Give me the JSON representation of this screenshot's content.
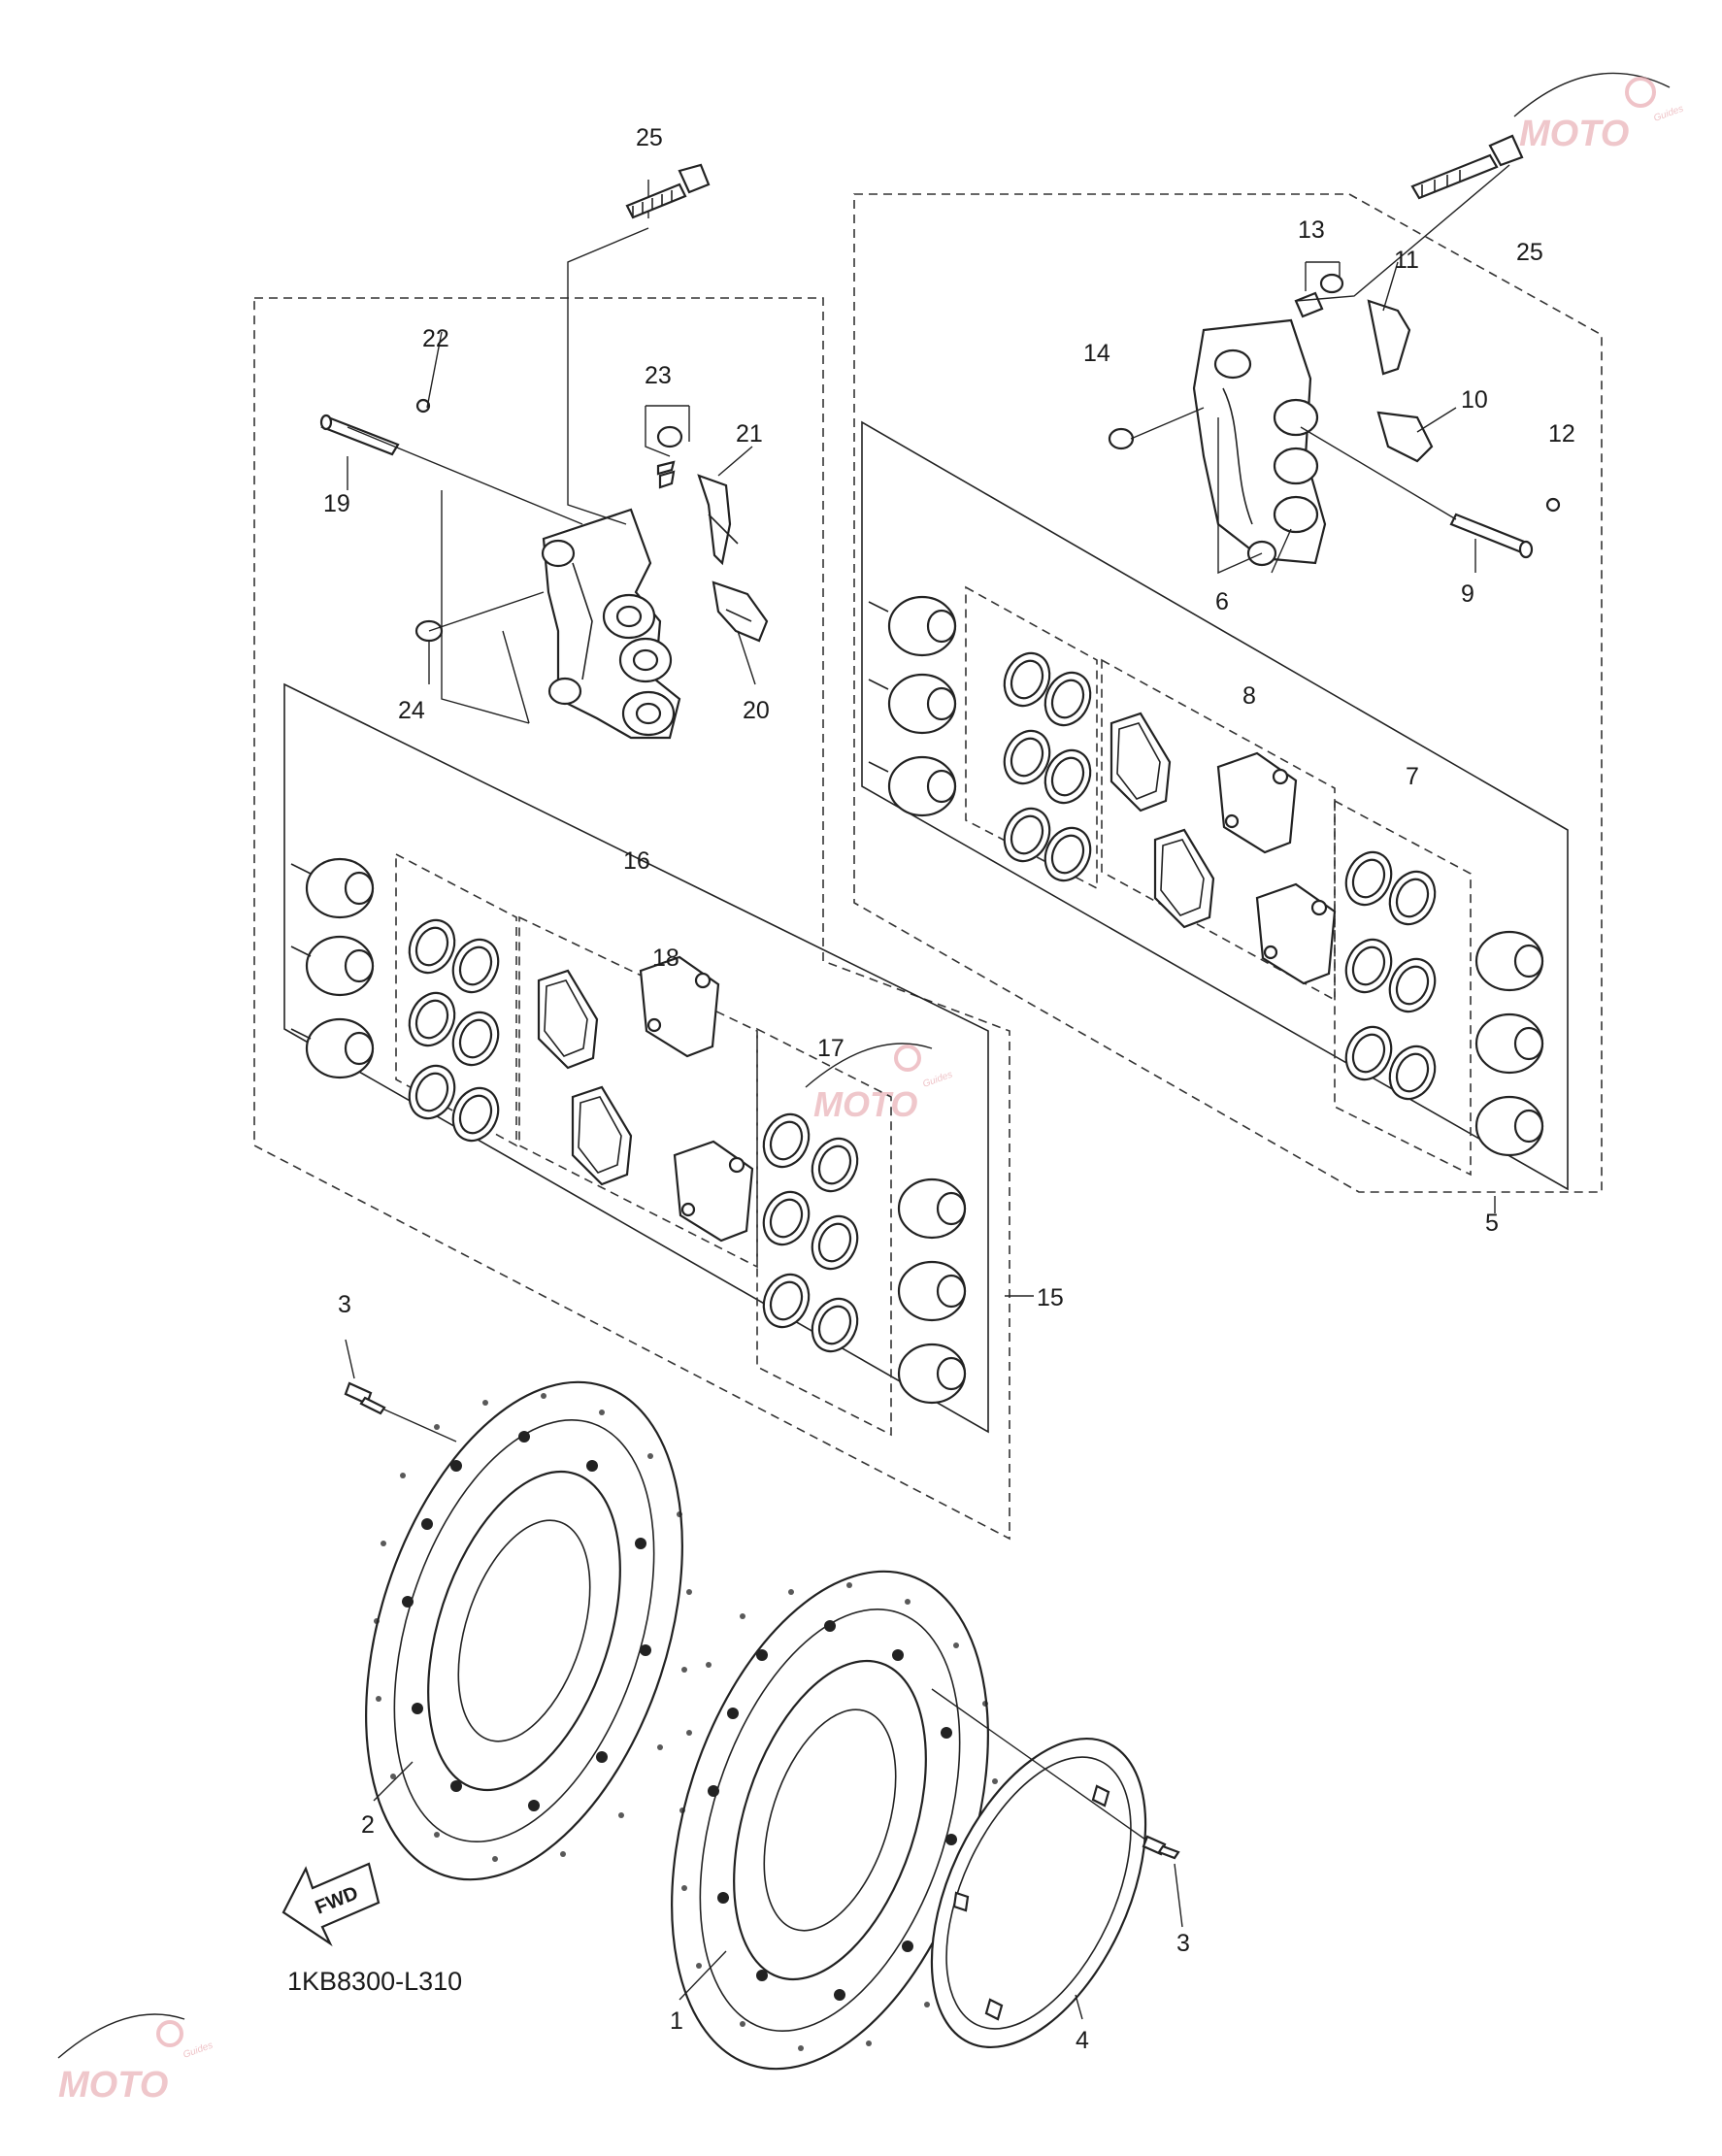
{
  "diagram": {
    "code": "1KB8300-L310",
    "fwd_label": "FWD",
    "watermark": {
      "brand": "MOTO",
      "sub": "Guides"
    },
    "callouts": [
      "1",
      "2",
      "3",
      "3",
      "4",
      "5",
      "6",
      "7",
      "8",
      "9",
      "10",
      "11",
      "12",
      "13",
      "14",
      "15",
      "16",
      "17",
      "18",
      "19",
      "20",
      "21",
      "22",
      "23",
      "24",
      "25",
      "25"
    ]
  }
}
